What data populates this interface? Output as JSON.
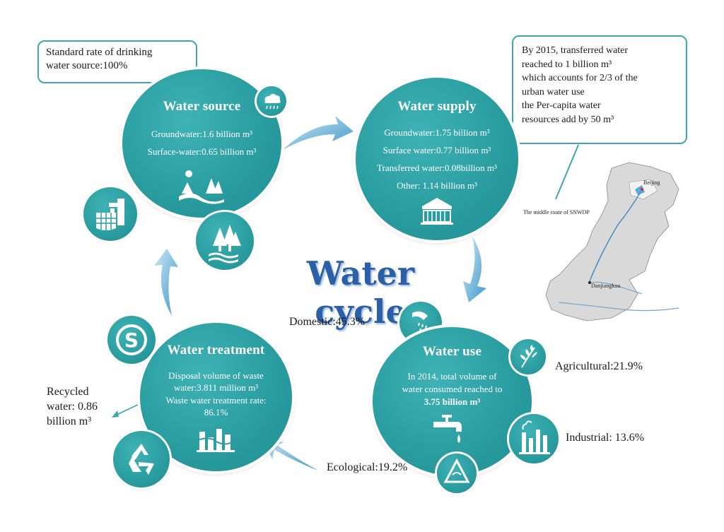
{
  "title": "Water cycle",
  "callouts": {
    "drinking": {
      "line1": "Standard rate of drinking",
      "line2": "water source:100%"
    },
    "transfer": {
      "line1": "By 2015, transferred water",
      "line2": "reached to 1 billion",
      "line3": "which accounts for 2/3 of the",
      "line4": "urban water use",
      "line5": "the Per-capita water",
      "line6": "resources add by 50"
    }
  },
  "nodes": {
    "source": {
      "title": "Water source",
      "lines": [
        "Groundwater:1.6  billion",
        "Surface-water:0.65  billion"
      ]
    },
    "supply": {
      "title": "Water supply",
      "lines": [
        "Groundwater:1.75  billion",
        "Surface water:0.77 billion",
        "Transferred  water:0.08billion",
        "Other: 1.14 billion"
      ]
    },
    "use": {
      "title": "Water use",
      "line1": "In 2014, total volume of",
      "line2": "water  consumed reached to",
      "line3": "3.75 billion"
    },
    "treatment": {
      "title": "Water treatment",
      "line1": "Disposal volume  of waste",
      "line2": "water:3.811  million",
      "line3": "Waste water treatment rate:",
      "line4": "86.1%"
    }
  },
  "unit": "m³",
  "usage": {
    "domestic": "Domestic:45.3%",
    "agricultural": "Agricultural:21.9%",
    "industrial": "Industrial:  13.6%",
    "ecological": "Ecological:19.2%"
  },
  "recycled": {
    "line1": "Recycled",
    "line2": "water:  0.86",
    "line3": "billion m³"
  },
  "map": {
    "beijing": "Beijing",
    "route": "The middle route of SNWDP",
    "danjiangkou": "Danjiangkou"
  },
  "colors": {
    "teal": "#2a9da1",
    "title_blue": "#2b5fa8",
    "arrow": "#4aa3cf"
  },
  "icons": [
    "cloud-rain-icon",
    "well-icon",
    "forest-icon",
    "waterfall-icon",
    "building-icon",
    "shower-icon",
    "wheat-icon",
    "factory-icon",
    "faucet-icon",
    "recycle-icon",
    "quality-seal-icon"
  ]
}
